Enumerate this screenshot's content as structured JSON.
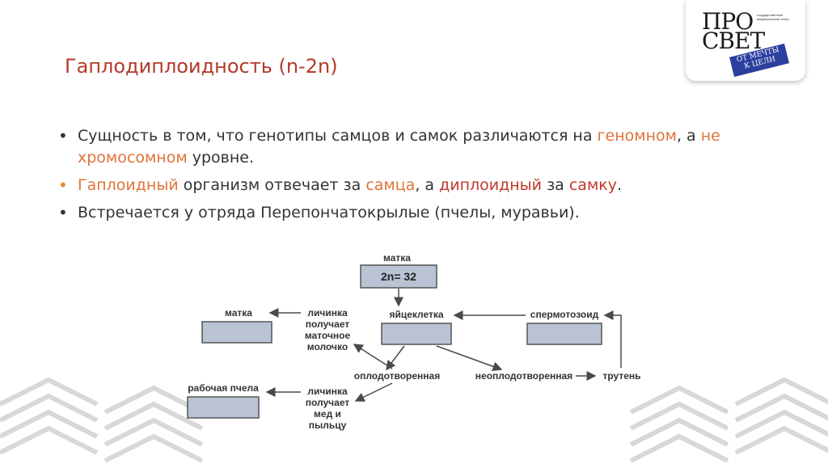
{
  "slide": {
    "title": "Гаплодиплоидность (n-2n)",
    "bullets": [
      {
        "parts": [
          "Сущность в том, что генотипы самцов и самок различаются на ",
          "геномном",
          ", а ",
          "не хромосомном",
          " уровне."
        ]
      },
      {
        "parts": [
          "Гаплоидный",
          " организм отвечает за ",
          "самца",
          ", а ",
          "диплоидный",
          " за ",
          "самку",
          "."
        ]
      },
      {
        "parts": [
          "Встречается у отряда Перепончатокрылые (пчелы, муравьи)."
        ]
      }
    ]
  },
  "logo": {
    "line1": "ПРО",
    "line2": "СВЕТ",
    "small_text": "государственный академический театр",
    "stamp_line1": "ОТ МЕЧТЫ",
    "stamp_line2": "К ЦЕЛИ"
  },
  "diagram": {
    "queen_label": "матка",
    "queen_box": "2n= 32",
    "egg_label": "яйцеклетка",
    "sperm_label": "спермотозоид",
    "matka_result": "матка",
    "worker_result": "рабочая пчела",
    "larva_milk": [
      "личинка",
      "получает",
      "маточное",
      "молочко"
    ],
    "larva_honey": [
      "личинка",
      "получает",
      "мед и",
      "пыльцу"
    ],
    "fertilized": "оплодотворенная",
    "unfertilized": "неоплодотворенная",
    "drone": "трутень"
  },
  "colors": {
    "title": "#b33a2a",
    "highlight": "#e0733a",
    "box_fill": "#b9c3d3",
    "arrow": "#4a4a4a"
  }
}
